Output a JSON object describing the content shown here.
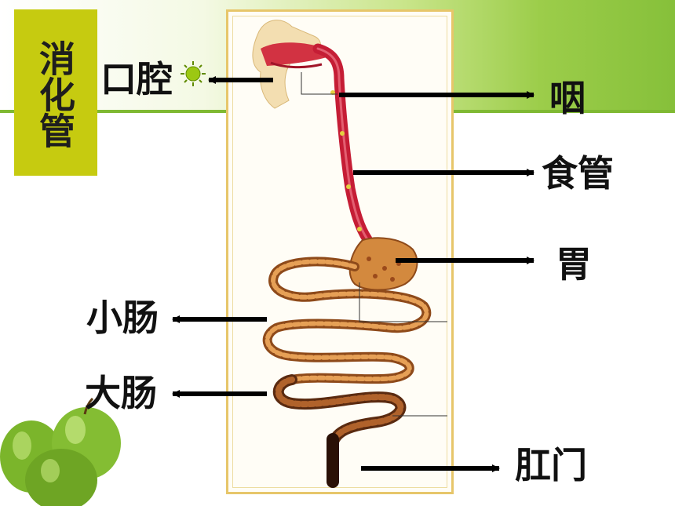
{
  "title": "消化管",
  "labels": {
    "mouth": "口腔",
    "pharynx": "咽",
    "esophagus": "食管",
    "stomach": "胃",
    "small_intestine": "小肠",
    "large_intestine": "大肠",
    "anus": "肛门"
  },
  "colors": {
    "title_box": "#c6cb10",
    "frame_border": "#e7c66a",
    "tract_red": "#c51d35",
    "intestine_brown": "#b0622b",
    "apple_green": "#79b32a"
  }
}
